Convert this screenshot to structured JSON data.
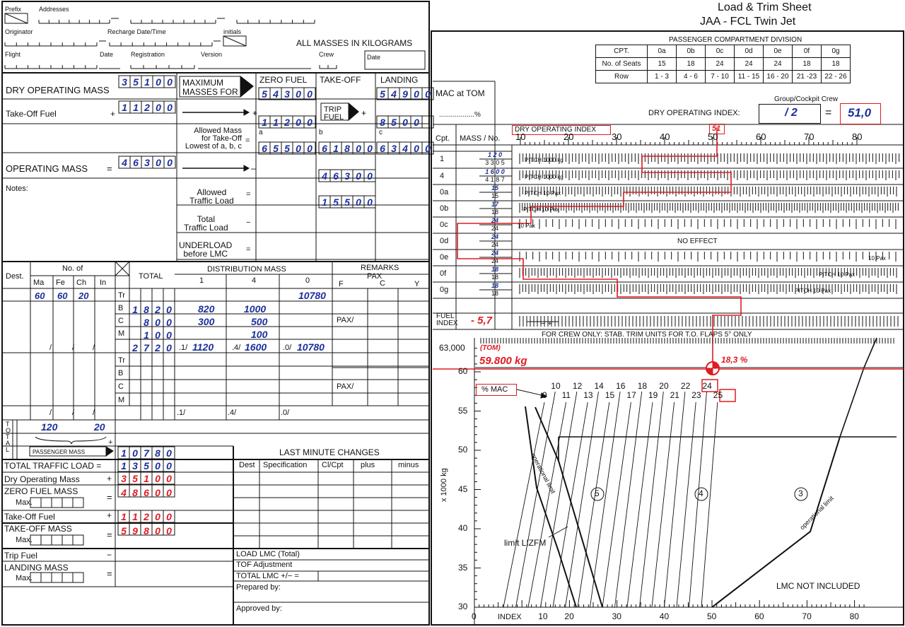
{
  "title": {
    "line1": "Load & Trim Sheet",
    "line2": "JAA  -  FCL  Twin Jet"
  },
  "header": {
    "prefix": "Prefix",
    "addresses": "Addresses",
    "originator": "Originator",
    "recharge": "Recharge  Date/Time",
    "initials": "initials",
    "flight": "Flight",
    "date": "Date",
    "registration": "Registration",
    "version": "Version",
    "crew": "Crew",
    "date2": "Date",
    "all_masses": "ALL MASSES IN KILOGRAMS"
  },
  "mass_block": {
    "dom_label": "DRY OPERATING MASS",
    "dom_value": "35100",
    "tof_label": "Take-Off Fuel",
    "tof_value": "11200",
    "om_label": "OPERATING MASS",
    "om_value": "46300",
    "notes": "Notes:",
    "plus": "+",
    "eq": "=",
    "minus": "−"
  },
  "max_masses": {
    "title": "MAXIMUM\nMASSES FOR",
    "zero_fuel": "ZERO FUEL",
    "take_off": "TAKE-OFF",
    "landing": "LANDING",
    "zfm": "54300",
    "ldm": "54900",
    "trip_fuel_label": "TRIP\nFUEL",
    "fuel_zf": "11200",
    "trip_value": "8500",
    "allowed_label": "Allowed Mass\nfor Take-Off\nLowest of a, b, c",
    "a": "a",
    "b": "b",
    "c": "c",
    "val_a": "65500",
    "val_b": "61800",
    "val_c": "63400",
    "om_row": "46300",
    "allowed_traffic": "Allowed\nTraffic Load",
    "allowed_traffic_value": "15500",
    "total_traffic": "Total\nTraffic Load",
    "underload": "UNDERLOAD\nbefore LMC"
  },
  "mac_tom": {
    "label": "MAC at TOM",
    "pct": "..................%"
  },
  "pcd": {
    "title": "PASSENGER COMPARTMENT DIVISION",
    "cpt_label": "CPT.",
    "seats_label": "No. of Seats",
    "row_label": "Row",
    "cpts": [
      "0a",
      "0b",
      "0c",
      "0d",
      "0e",
      "0f",
      "0g"
    ],
    "seats": [
      "15",
      "18",
      "24",
      "24",
      "24",
      "18",
      "18"
    ],
    "rows": [
      "1 - 3",
      "4 - 6",
      "7 - 10",
      "11 - 15",
      "16 - 20",
      "21 -23",
      "22 - 26"
    ]
  },
  "doi": {
    "group": "Group/Cockpit Crew",
    "label": "DRY OPERATING INDEX:",
    "group_value": "/  2",
    "eq": "=",
    "value": "51,0"
  },
  "index_scale": {
    "cpt_label": "Cpt.",
    "mass_label": "MASS / No.",
    "doi_tag": "DRY OPERATING INDEX",
    "start_value": "51",
    "ticks": [
      "10",
      "20",
      "30",
      "40",
      "50",
      "60",
      "70",
      "80"
    ]
  },
  "index_rows": [
    {
      "cpt": "1",
      "top": "1 2 0",
      "bot": "3 3 0 5",
      "pitch": "PITCH 1000 kg"
    },
    {
      "cpt": "4",
      "top": "1 6 0 0",
      "bot": "4 1 8 7",
      "pitch": "PITCH 1000 kg"
    },
    {
      "cpt": "0a",
      "top": "15",
      "bot": "15",
      "pitch": "PITCH 10 Pax"
    },
    {
      "cpt": "0b",
      "top": "17",
      "bot": "18",
      "pitch": "PITCH 10 Pax"
    },
    {
      "cpt": "0c",
      "top": "24",
      "bot": "24",
      "pitch": "10 Pax"
    },
    {
      "cpt": "0d",
      "top": "24",
      "bot": "24",
      "pitch": "NO EFFECT"
    },
    {
      "cpt": "0e",
      "top": "24",
      "bot": "24",
      "pitch": "10 Pax"
    },
    {
      "cpt": "0f",
      "top": "18",
      "bot": "18",
      "pitch": "PITCH 10 Pax"
    },
    {
      "cpt": "0g",
      "top": "18",
      "bot": "18",
      "pitch": "PITCH 10 Pax"
    }
  ],
  "fuel_index": {
    "label": "FUEL\nINDEX",
    "value": "- 5,7",
    "minus_plus": "−   +"
  },
  "envelope": {
    "crew_note": "FOR CREW ONLY: STAB. TRIM UNITS FOR T.O. FLAPS 5° ONLY",
    "ylabel": "x 1000 kg",
    "xlabel": "INDEX",
    "y_ticks": [
      "63,000",
      "60",
      "55",
      "50",
      "45",
      "40",
      "35",
      "30"
    ],
    "x_ticks": [
      "0",
      "10",
      "20",
      "30",
      "40",
      "50",
      "60",
      "70",
      "80"
    ],
    "tom_label": "(TOM)",
    "tom_value": "59.800 kg",
    "mac_value": "18,3 %",
    "mac_tag": "% MAC",
    "mac_lines": [
      "9",
      "10",
      "11",
      "12",
      "13",
      "14",
      "15",
      "16",
      "17",
      "18",
      "19",
      "20",
      "21",
      "22",
      "23",
      "24",
      "25"
    ],
    "zones": [
      "5",
      "4",
      "3"
    ],
    "op_limit": "operational limit",
    "op_limit2": "operational limit",
    "lizfm": "limit LIZFM",
    "lmc": "LMC NOT INCLUDED"
  },
  "dist": {
    "dest": "Dest.",
    "no_of": "No. of",
    "cols": [
      "Ma",
      "Fe",
      "Ch",
      "In"
    ],
    "total": "TOTAL",
    "dist_mass": "DISTRIBUTION MASS",
    "dcols": [
      "1",
      "4",
      "0"
    ],
    "remarks": "REMARKS",
    "pax": "PAX",
    "fcy": [
      "F",
      "C",
      "Y"
    ],
    "pax_counts": [
      "60",
      "60",
      "20"
    ],
    "tr": "Tr",
    "b": "B",
    "c": "C",
    "m": "M",
    "tr_0": "10780",
    "b_total": "1820",
    "b_1": "820",
    "b_4": "1000",
    "c_total": "800",
    "c_1": "300",
    "c_4": "500",
    "m_total": "100",
    "m_4": "100",
    "sum_total": "2720",
    "sum_1": "1120",
    "sum_4": "1600",
    "sum_0": "10780",
    "pax_slash": "PAX/",
    "slash": "/",
    "p1": ".1/",
    "p4": ".4/",
    "p0": ".0/"
  },
  "totals": {
    "total_letters": [
      "T",
      "O",
      "T",
      "A",
      "L"
    ],
    "pax_total": "120",
    "ch_total": "20",
    "pax_mass": "PASSENGER MASS",
    "pax_mass_value": "10780",
    "ttl_label": "TOTAL TRAFFIC LOAD =",
    "ttl_value": "13500",
    "dom_label": "Dry Operating Mass",
    "dom_value": "35100",
    "zfm_label": "ZERO FUEL MASS",
    "zfm_value": "48600",
    "max": "Max.",
    "tof_label": "Take-Off Fuel",
    "tof_value": "11200",
    "tom_label": "TAKE-OFF MASS",
    "tom_value": "59800",
    "trip_label": "Trip Fuel",
    "ldm_label": "LANDING MASS"
  },
  "lmc": {
    "title": "LAST MINUTE CHANGES",
    "cols": [
      "Dest",
      "Specification",
      "Cl/Cpt",
      "plus",
      "minus"
    ],
    "load": "LOAD LMC (Total)",
    "tof_adj": "TOF Adjustment",
    "total": "TOTAL LMC  +/−  =",
    "prepared": "Prepared by:",
    "approved": "Approved by:"
  }
}
